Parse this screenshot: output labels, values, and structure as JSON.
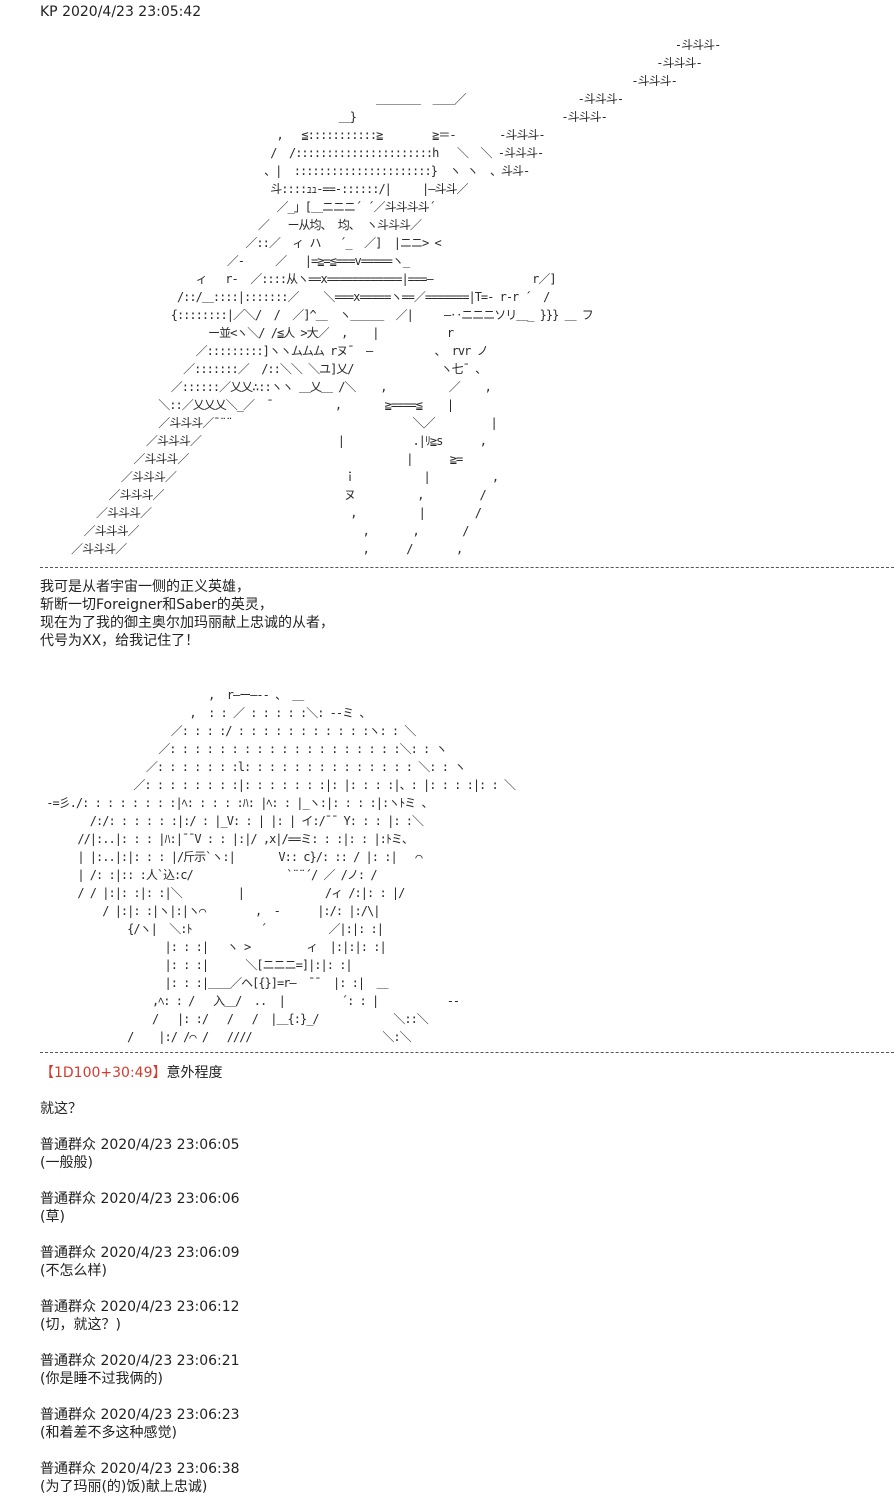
{
  "header": "KP 2020/4/23 23:05:42",
  "art1": [
    "                                                                                                      -斗斗斗-",
    "                                                                                                   -斗斗斗-",
    "                                                                                               -斗斗斗-",
    "                                                      ＿＿＿＿  ＿＿／                  -斗斗斗-",
    "                                                ＿}                                 -斗斗斗-",
    "                                      ,   ≦:::::::::::≧        ≧＝-       -斗斗斗-",
    "                                     /  /::::::::::::::::::::::h   ＼  ＼ -斗斗斗-",
    "                                    、|  ::::::::::::::::::::::}  ヽ ヽ  、斗斗-",
    "                                     斗::::ｭｭ-==-::::::/|     |―斗斗／",
    "                                      ／_」[＿ニニニ´ ´／斗斗斗斗´",
    "                                   ／   ー从均、 均、 ヽ斗斗斗／",
    "                                 ／::／  ィ ハ   ´_  ／]  |ニニ> <",
    "                              ／-     ／   |=≧=≦===v=====ヽ_",
    "                         ィ   r-  ／::::从ヽ==x============|===―                r／]",
    "                      /::/＿::::|:::::::／    ＼===x=====ヽ==／=======|T=- r-r ´  /",
    "                     {::::::::|／＼/  /  ／]^＿  ヽ＿＿＿  ／|     ―‥ニニニソリ＿_ }}} ＿ フ",
    "                           ー並<ヽ＼/ /≦人 >大／  ,    |           r",
    "                         ／:::::::::]ヽヽムムム rヌ¯  ―          、 rvr ノ",
    "                       ／:::::::／  /::＼＼ ＼ユ]乂/              ヽ七¯ 、",
    "                     ／::::::／乂乂∴::ヽヽ ＿乂＿ /＼    ,          ／    ,",
    "                   ＼::／乂乂乂＼_／  ¯          ,       ≧====≦    |",
    "                   ／斗斗斗／¯¨¨                             ＼／         |",
    "                 ／斗斗斗／                      |           .|ﾘ≧s      ,",
    "               ／斗斗斗／                                   |      ≧=",
    "             ／斗斗斗／                           ｉ           |          ,",
    "           ／斗斗斗／                             ヌ          ,         /",
    "         ／斗斗斗／                                ,          |        /",
    "       ／斗斗斗／                                    ,       ,       /",
    "     ／斗斗斗／                                      ,      /       ,"
  ],
  "intro_lines": [
    "我可是从者宇宙一侧的正义英雄，",
    "斩断一切Foreigner和Saber的英灵，",
    "现在为了我的御主奥尔加玛丽献上忠诚的从者，",
    "代号为XX，给我记住了！"
  ],
  "art2": [
    "                           ,  r―ー―-- 、 ＿",
    "                        ,  : : ／ : : : : :＼: --ミ 、",
    "                     ／: : : :/ : : : : : : : : : : :ヽ: : ＼",
    "                   ／: : : : : : : : : : : : : : : : : : :＼: : ヽ",
    "                 ／: : : : : : :l: : : : : : : : : : : : : : ＼: : ヽ",
    "               ／: : : : : : : :|: : : : : : :|: |: : : :|、: |: : : :|: : ＼",
    " -=彡./: : : : : : : :|ﾍ: : : : :ﾊ: |ﾍ: : |_ヽ:|: : : :|:ヽﾄミ 、",
    "        /:/: : : : : :|:/ : |_V: : | |: | イ:/¯¯ Y: : : |: :＼",
    "      //|:..|: : : |ﾊ:|¯¯V : : |:|/ ,x|/==ミ: : :|: : |:ﾄミ、",
    "      | |:..|:|: : : |/斤示`ヽ:|       V:: c}/: :: / |: :|   ⌒",
    "      | /: :|:: :人`込:c/               `¨¨´/ ／ /ノ: /",
    "      / / |:|: :|: :|＼         |             /ィ /:|: : |/",
    "          / |:|: :|ヽ|:|ヽ⌒        ,  -      |:/: |:/\\|",
    "              {/ヽ|  ＼:ﾄ           ´          ／|:|: :|",
    "                    |: : :|   ヽ >         ィ  |:|:|: :|",
    "                    |: : :|      ＼[ニニニ=]|:|: :|",
    "                    |: : :|＿＿／ヘ[{}]=r―  ¯¯  |: :|  ＿",
    "                  ,ﾍ: : /   入＿/  ..  |         ´: : |           --",
    "                  /   |: :/   /   /  |＿{:}_/            ＼::＼",
    "              /    |:/ /⌒ /   ////                     ＼:＼"
  ],
  "dice": "【1D100+30:49】",
  "dice_label": "意外程度",
  "reply": "就这？",
  "comments": [
    {
      "meta": "普通群众 2020/4/23 23:06:05",
      "text": "(一般般)"
    },
    {
      "meta": "普通群众 2020/4/23 23:06:06",
      "text": "(草)"
    },
    {
      "meta": "普通群众 2020/4/23 23:06:09",
      "text": "(不怎么样)"
    },
    {
      "meta": "普通群众 2020/4/23 23:06:12",
      "text": "(切，就这？)"
    },
    {
      "meta": "普通群众 2020/4/23 23:06:21",
      "text": "(你是睡不过我俩的)"
    },
    {
      "meta": "普通群众 2020/4/23 23:06:23",
      "text": "(和着差不多这种感觉)"
    },
    {
      "meta": "普通群众 2020/4/23 23:06:38",
      "text": "(为了玛丽(的)饭)献上忠诚)"
    }
  ]
}
